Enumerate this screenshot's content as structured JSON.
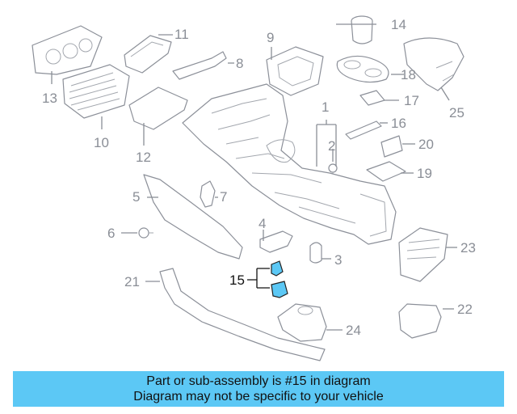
{
  "diagram": {
    "callouts": [
      "1",
      "2",
      "3",
      "4",
      "5",
      "6",
      "7",
      "8",
      "9",
      "10",
      "11",
      "12",
      "13",
      "14",
      "15",
      "16",
      "17",
      "18",
      "19",
      "20",
      "21",
      "22",
      "23",
      "24",
      "25"
    ],
    "highlighted_part": "15",
    "highlight_color": "#5cc8f5"
  },
  "caption": {
    "line1": "Part or sub-assembly is #15 in diagram",
    "line2": "Diagram may not be specific to your vehicle"
  }
}
